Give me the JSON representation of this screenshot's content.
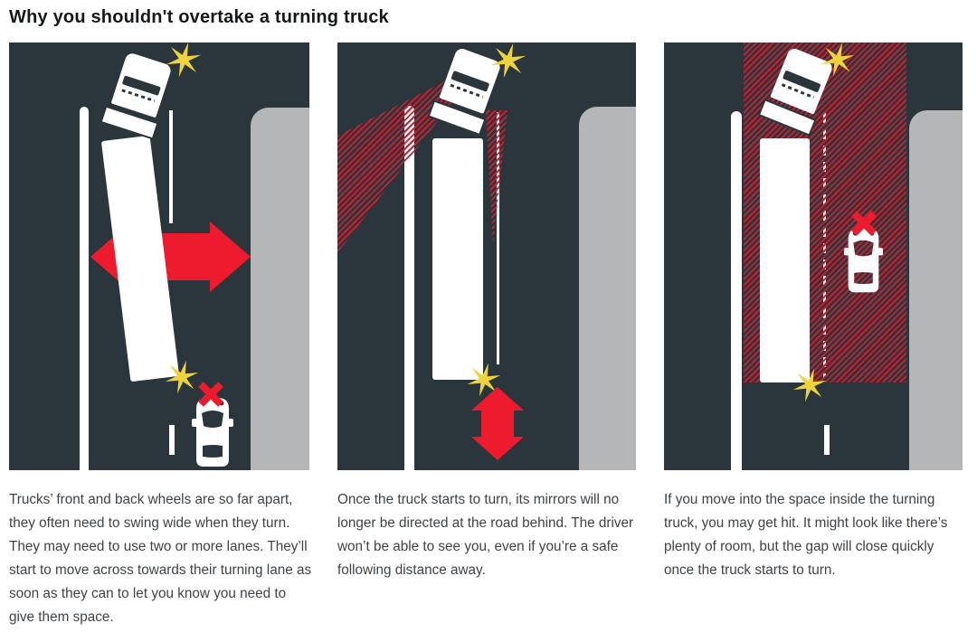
{
  "title": "Why you shouldn't overtake a turning truck",
  "colors": {
    "road": "#2a363b",
    "kerb": "#b5b6b8",
    "red": "#ed1b2d",
    "hatchred": "#c42030",
    "yellow": "#eed43a",
    "ink": "#15181a",
    "text": "#3e4347"
  },
  "icons": {
    "truck_cab": "white truck cab seen from above, tilted as it turns",
    "truck_trailer": "white truck trailer seen from above",
    "indicator_flash": "yellow star sparkle marking flashing turn indicator",
    "prohibited_x": "red X cross marking where not to drive",
    "car": "white car seen from above",
    "swing_width_arrow": "red double-headed horizontal arrow showing swing width",
    "follow_distance_arrow": "red double-headed vertical arrow showing following distance",
    "mirror_view_hatch": "red hatched beam showing where mirrors point",
    "danger_zone_hatch": "red hatched zone showing space inside the turning truck"
  },
  "panels": [
    {
      "caption": "Trucks’ front and back wheels are so far apart, they often need to swing wide when they turn. They may need to use two or more lanes. They’ll start to move across towards their turning lane as soon as they can to let you know you need to give them space."
    },
    {
      "caption": "Once the truck starts to turn, its mirrors will no longer be directed at the road behind. The driver won’t be able to see you, even if you’re a safe following distance away."
    },
    {
      "caption": "If you move into the space inside the turning truck, you may get hit. It might look like there’s plenty of room, but the gap will close quickly once the truck starts to turn."
    }
  ]
}
